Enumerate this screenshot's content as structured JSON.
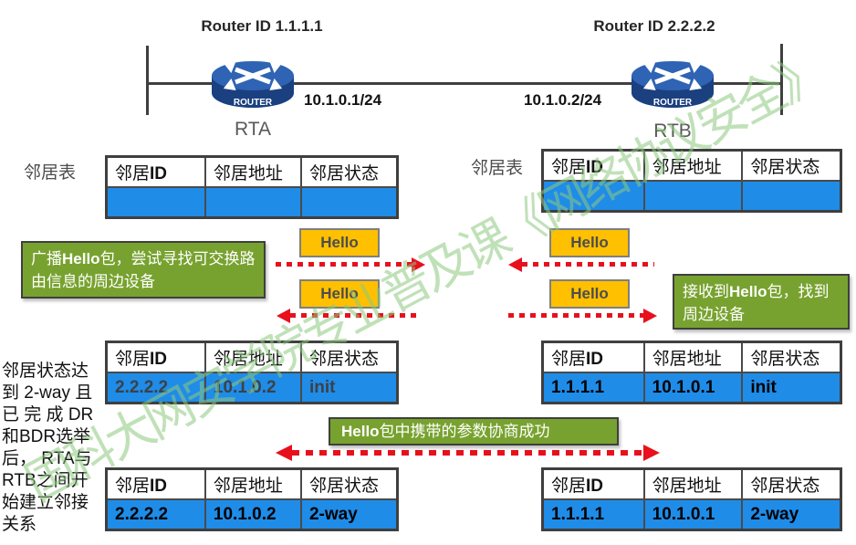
{
  "topology": {
    "rta": {
      "router_id": "Router ID 1.1.1.1",
      "name": "RTA",
      "ip": "10.1.0.1/24",
      "icon_text": "ROUTER"
    },
    "rtb": {
      "router_id": "Router ID 2.2.2.2",
      "name": "RTB",
      "ip": "10.1.0.2/24",
      "icon_text": "ROUTER"
    }
  },
  "neighbor_table": {
    "label_left": "邻居表",
    "label_right": "邻居表",
    "headers": {
      "id_pre": "邻居",
      "id_bold": "ID",
      "addr": "邻居地址",
      "state": "邻居状态"
    }
  },
  "tables": {
    "rta_empty": {
      "id": "",
      "addr": "",
      "state": ""
    },
    "rtb_empty": {
      "id": "",
      "addr": "",
      "state": ""
    },
    "rta_init": {
      "id": "2.2.2.2",
      "addr": "10.1.0.2",
      "state": "init"
    },
    "rtb_init": {
      "id": "1.1.1.1",
      "addr": "10.1.0.1",
      "state": "init"
    },
    "rta_2way": {
      "id": "2.2.2.2",
      "addr": "10.1.0.2",
      "state": "2-way"
    },
    "rtb_2way": {
      "id": "1.1.1.1",
      "addr": "10.1.0.1",
      "state": "2-way"
    }
  },
  "packets": {
    "hello": "Hello"
  },
  "notes": {
    "broadcast": {
      "pre": "广播",
      "bold": "Hello",
      "post": "包，尝试寻找可交换路由信息的周边设备"
    },
    "receive": {
      "pre": "接收到",
      "bold": "Hello",
      "post": "包，找到周边设备"
    },
    "negotiate": {
      "pre": "",
      "bold": "Hello",
      "post": "包中携带的参数协商成功"
    }
  },
  "sidebar": {
    "lines": [
      "邻居状态达",
      "到 2-way 且",
      "已 完 成 DR",
      "和BDR选举",
      "后， RTA与",
      "RTB之间开",
      "始建立邻接",
      "关系"
    ]
  },
  "watermark": {
    "text": "国科大网安学院专业普及课《网络协议安全》"
  },
  "colors": {
    "row_blue": "#1f8ce8",
    "note_green": "#78a22f",
    "hello_yellow": "#ffc000",
    "arrow_red": "#e8101d",
    "watermark_green": "#8cc87d"
  }
}
